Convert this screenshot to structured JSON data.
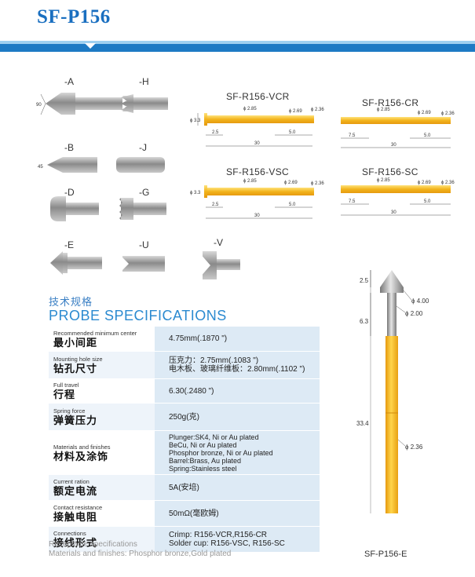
{
  "header": {
    "title": "SF-P156"
  },
  "tips": [
    {
      "label": "-A",
      "note": "90"
    },
    {
      "label": "-H"
    },
    {
      "label": "-B",
      "note": "45"
    },
    {
      "label": "-J"
    },
    {
      "label": "-D"
    },
    {
      "label": "-G"
    },
    {
      "label": "-E"
    },
    {
      "label": "-U"
    },
    {
      "label": "-V"
    }
  ],
  "variants": [
    {
      "name": "SF-R156-VCR",
      "d1": "ϕ 2.85",
      "d2": "ϕ 2.69",
      "d3": "ϕ 2.36",
      "dh": "ϕ 3.3",
      "l1": "2.5",
      "l2": "5.0",
      "lt": "30"
    },
    {
      "name": "SF-R156-CR",
      "d1": "ϕ 2.85",
      "d2": "ϕ 2.69",
      "d3": "ϕ 2.36",
      "l1": "7.5",
      "l2": "5.0",
      "lt": "30"
    },
    {
      "name": "SF-R156-VSC",
      "d1": "ϕ 2.85",
      "d2": "ϕ 2.69",
      "d3": "ϕ 2.36",
      "dh": "ϕ 3.3",
      "l1": "2.5",
      "l2": "5.0",
      "lt": "30"
    },
    {
      "name": "SF-R156-SC",
      "d1": "ϕ 2.85",
      "d2": "ϕ 2.69",
      "d3": "ϕ 2.36",
      "l1": "7.5",
      "l2": "5.0",
      "lt": "30"
    }
  ],
  "specs": {
    "heading_cn": "技术规格",
    "heading_en": "PROBE SPECIFICATIONS",
    "rows": [
      {
        "en": "Recommended minimum center",
        "cn": "最小间距",
        "val1": "4.75mm(.1870 \")",
        "val2": ""
      },
      {
        "en": "Mounting hole size",
        "cn": "钻孔尺寸",
        "val1": "压克力：2.75mm(.1083 \")",
        "val2": "电木板、玻璃纤维板：2.80mm(.1102 \")"
      },
      {
        "en": "Full travel",
        "cn": "行程",
        "val1": "6.30(.2480 \")",
        "val2": ""
      },
      {
        "en": "Spring force",
        "cn": "弹簧压力",
        "val1": "250g(克)",
        "val2": ""
      },
      {
        "en": "Materials and finishes",
        "cn": "材料及涂饰",
        "val1": "Plunger:SK4, Ni or Au plated",
        "val2": "BeCu, Ni or Au plated",
        "val3": "Phosphor bronze, Ni or Au plated",
        "val4": "Barrel:Brass, Au plated",
        "val5": "Spring:Stainless steel"
      },
      {
        "en": "Current ration",
        "cn": "额定电流",
        "val1": "5A(安培)",
        "val2": ""
      },
      {
        "en": "Contact resistance",
        "cn": "接触电阻",
        "val1": "50mΩ(毫欧姆)",
        "val2": ""
      },
      {
        "en": "Connections",
        "cn": "接线形式",
        "val1": "Crimp: R156-VCR,R156-CR",
        "val2": "Solder cup: R156-VSC, R156-SC"
      }
    ]
  },
  "receptacle": {
    "line1": "Receptacle specifications",
    "line2": "Materials and finishes: Phosphor bronze,Gold plated"
  },
  "probe": {
    "name": "SF-P156-E",
    "d_head": "ϕ 4.00",
    "d_neck": "ϕ 2.00",
    "d_barrel": "ϕ 2.36",
    "l_tip": "2.5",
    "l_neck": "6.3",
    "l_total": "33.4"
  },
  "colors": {
    "brand": "#1d7ac4",
    "gold": "#f2b41c",
    "steel": "#9a9a9a"
  }
}
